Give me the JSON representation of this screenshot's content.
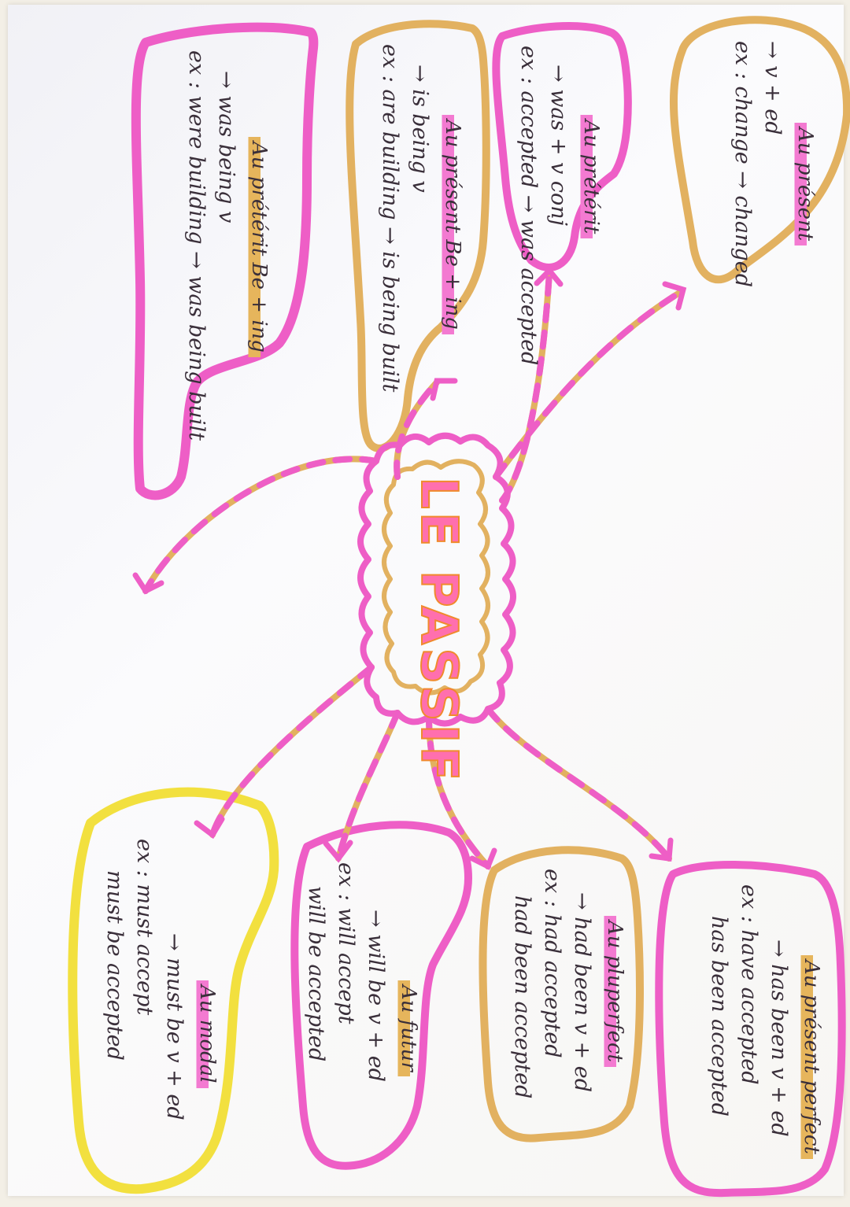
{
  "center": {
    "title": "LE PASSIF"
  },
  "colors": {
    "pink": "#ee5ec6",
    "orange": "#e2b160",
    "yellow": "#f2e03f",
    "ink": "#3a2f3a"
  },
  "nodes": {
    "present": {
      "title": "Au présent",
      "lines": [
        "→ v + ed",
        "ex : change → changed"
      ]
    },
    "preterit": {
      "title": "Au prétérit",
      "lines": [
        "→ was + v conj",
        "ex : accepted → was accepted"
      ]
    },
    "present_be_ing": {
      "title": "Au présent Be + ing",
      "lines": [
        "→ is being v",
        "ex : are building → is being built"
      ]
    },
    "preterit_be_ing": {
      "title": "Au prétérit Be + ing",
      "lines": [
        "→ was being v",
        "ex : were building → was being built"
      ]
    },
    "present_perfect": {
      "title": "Au présent perfect",
      "lines": [
        "→ has been v + ed",
        "ex : have accepted",
        "has been accepted"
      ]
    },
    "pluperfect": {
      "title": "Au pluperfect",
      "lines": [
        "→ had been v + ed",
        "ex : had accepted",
        "had been accepted"
      ]
    },
    "future": {
      "title": "Au futur",
      "lines": [
        "→ will be v + ed",
        "ex : will accept",
        "will be accepted"
      ]
    },
    "modal": {
      "title": "Au modal",
      "lines": [
        "→ must be v + ed",
        "ex : must accept",
        "must be accepted"
      ]
    }
  }
}
